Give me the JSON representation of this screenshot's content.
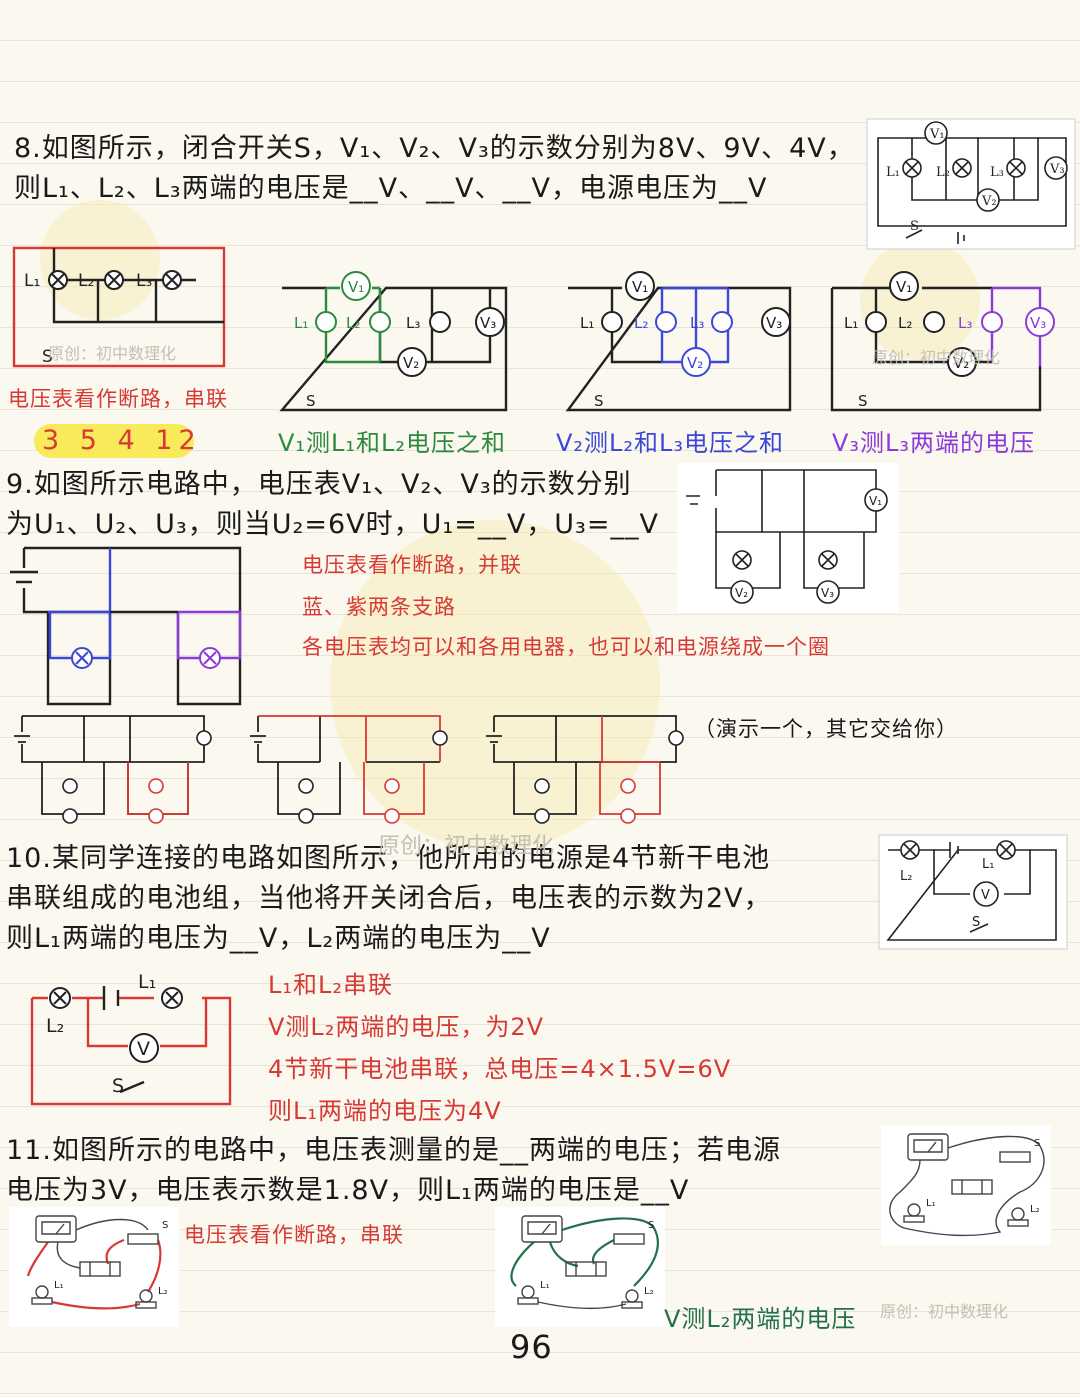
{
  "watermark": "原创：初中数理化",
  "q8": {
    "line1": "8.如图所示，闭合开关S，V₁、V₂、V₃的示数分别为8V、9V、4V，",
    "line2": "则L₁、L₂、L₃两端的电压是__V、__V、__V，电源电压为__V",
    "note": "电压表看作断路，串联",
    "answers": "3  5  4  12",
    "cap_v1": "V₁测L₁和L₂电压之和",
    "cap_v2": "V₂测L₂和L₃电压之和",
    "cap_v3": "V₃测L₃两端的电压",
    "labels": {
      "L1": "L₁",
      "L2": "L₂",
      "L3": "L₃",
      "V1": "V₁",
      "V2": "V₂",
      "V3": "V₃",
      "S": "S"
    }
  },
  "q9": {
    "line1": "9.如图所示电路中，电压表V₁、V₂、V₃的示数分别",
    "line2": "为U₁、U₂、U₃，则当U₂=6V时，U₁=__V，U₃=__V",
    "note1": "电压表看作断路，并联",
    "note2": "蓝、紫两条支路",
    "note3": "各电压表均可以和各用电器，也可以和电源绕成一个圈",
    "demo": "（演示一个，其它交给你）"
  },
  "q10": {
    "line1": "10.某同学连接的电路如图所示，他所用的电源是4节新干电池",
    "line2": "串联组成的电池组，当他将开关闭合后，电压表的示数为2V，",
    "line3": "则L₁两端的电压为__V，L₂两端的电压为__V",
    "note1": "L₁和L₂串联",
    "note2": "V测L₂两端的电压，为2V",
    "note3": "4节新干电池串联，总电压=4×1.5V=6V",
    "note4": "则L₁两端的电压为4V",
    "labels": {
      "L1": "L₁",
      "L2": "L₂",
      "V": "V",
      "S": "S"
    }
  },
  "q11": {
    "line1": "11.如图所示的电路中，电压表测量的是__两端的电压；若电源",
    "line2": "电压为3V，电压表示数是1.8V，则L₁两端的电压是__V",
    "note": "电压表看作断路，串联",
    "caption": "V测L₂两端的电压",
    "labels": {
      "L1": "L₁",
      "L2": "L₂",
      "S": "S"
    }
  },
  "page_number": "96"
}
